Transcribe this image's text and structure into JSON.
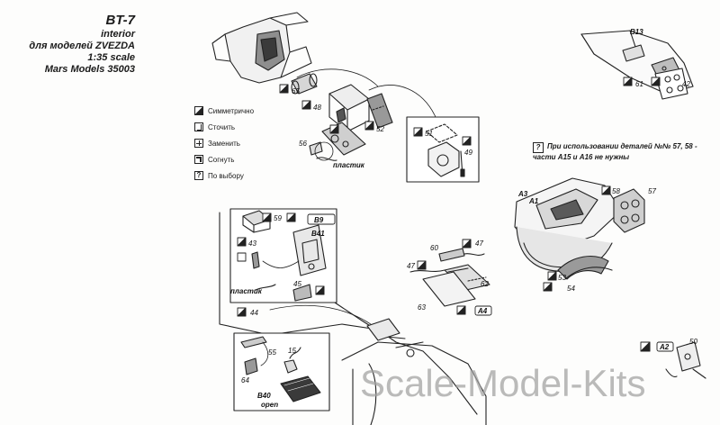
{
  "title": {
    "model": "BT-7",
    "line1": "interior",
    "line2": "для моделей ZVEZDA",
    "scale": "1:35 scale",
    "brand": "Mars Models 35003"
  },
  "legend": [
    {
      "icon": "symmetric-icon",
      "label": "Симметрично"
    },
    {
      "icon": "file-icon",
      "label": "Сточить"
    },
    {
      "icon": "replace-icon",
      "label": "Заменить"
    },
    {
      "icon": "bend-icon",
      "label": "Согнуть"
    },
    {
      "icon": "optional-icon",
      "label": "По выбору",
      "glyph": "?"
    }
  ],
  "note": {
    "glyph": "?",
    "text": "При использовании деталей №№ 57, 58 - части A15 и A16 не нужны"
  },
  "parts": {
    "p65": "65",
    "p48": "48",
    "p56": "56",
    "p52": "52",
    "p51": "51",
    "p49": "49",
    "plastic1": "пластик",
    "b13": "B13",
    "p61": "61",
    "p42": "42",
    "a3": "A3",
    "a1": "A1",
    "p58": "58",
    "p57": "57",
    "p53": "53",
    "p54": "54",
    "p59": "59",
    "b9": "B9",
    "b41": "B41",
    "p43": "43",
    "p45": "45",
    "plastic2": "пластик",
    "p44": "44",
    "p60": "60",
    "p47a": "47",
    "p47b": "47",
    "p62": "62",
    "p63": "63",
    "a4": "A4",
    "p55": "55",
    "p15": "15",
    "p64": "64",
    "b40": "B40",
    "open": "open",
    "p50": "50",
    "a2": "A2"
  },
  "watermark": "Scale-Model-Kits"
}
